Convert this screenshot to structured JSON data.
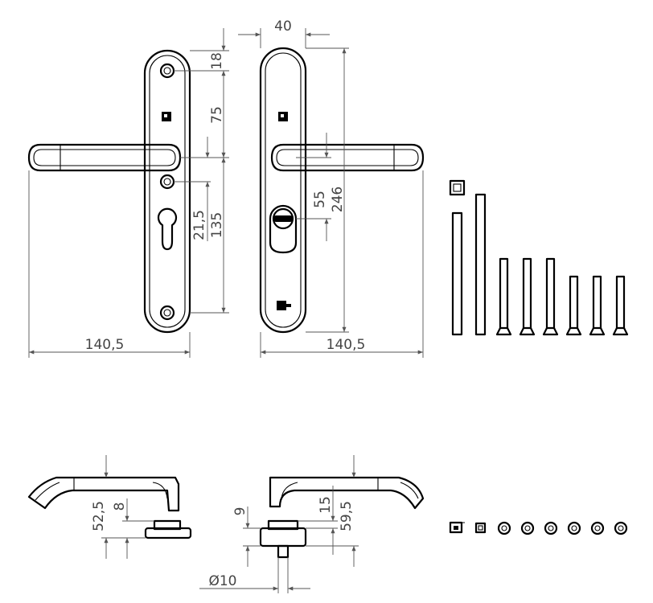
{
  "dimensions": {
    "front_top_offset": "18",
    "front_screw_to_lever": "75",
    "front_hole_spacing": "21,5",
    "front_lever_to_cylinder": "135",
    "front_width": "140,5",
    "back_plate_width": "40",
    "back_spindle_to_cylinder": "55",
    "back_plate_height": "246",
    "back_width": "140,5",
    "side_left_height": "52,5",
    "side_left_rose": "8",
    "side_right_rose": "9",
    "side_right_offset": "15",
    "side_right_height": "59,5",
    "side_right_diameter": "Ø10"
  }
}
